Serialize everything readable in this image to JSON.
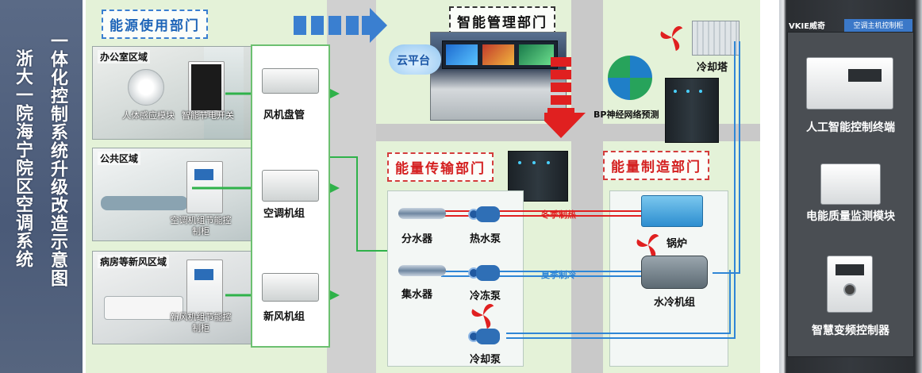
{
  "title": {
    "left_col": "浙大一院海宁院区空调系统",
    "right_col": "一体化控制系统升级改造示意图"
  },
  "sections": {
    "energy_use": "能源使用部门",
    "smart_mgmt": "智能管理部门",
    "energy_transfer": "能量传输部门",
    "energy_make": "能量制造部门"
  },
  "rooms": [
    {
      "label": "办公室区域",
      "devices": [
        "人体感应模块",
        "智能节电开关"
      ]
    },
    {
      "label": "公共区域",
      "devices": [
        "空调机组节能控制柜"
      ]
    },
    {
      "label": "病房等新风区域",
      "devices": [
        "新风机组节能控制柜"
      ]
    }
  ],
  "terminals": [
    "风机盘管",
    "空调机组",
    "新风机组"
  ],
  "smart": {
    "cloud": "云平台",
    "bp": "BP神经网络预测",
    "tower": "冷却塔"
  },
  "transfer": {
    "divider": "分水器",
    "collector": "集水器",
    "hot_pump": "热水泵",
    "chill_pump": "冷冻泵",
    "cool_pump": "冷却泵",
    "winter": "冬季制热",
    "summer": "夏季制冷"
  },
  "make": {
    "boiler": "锅炉",
    "chiller": "水冷机组"
  },
  "cabinet": {
    "brand": "VKIE威奇",
    "header": "空调主机控制柜",
    "modules": [
      "人工智能控制终端",
      "电能质量监测模块",
      "智慧变频控制器"
    ]
  },
  "colors": {
    "accent_blue": "#3a7fd0",
    "accent_red": "#d42020",
    "green_line": "#2fb24a",
    "hot_pipe": "#e02020",
    "cold_pipe": "#2f86d6"
  }
}
